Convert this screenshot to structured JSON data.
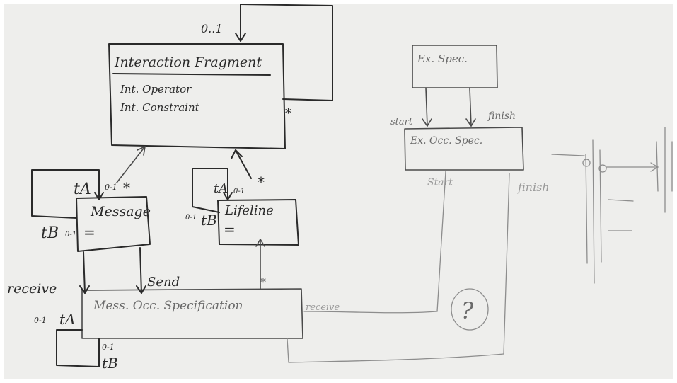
{
  "boxes": {
    "interaction_fragment": {
      "title": "Interaction Fragment",
      "attr1": "Int. Operator",
      "attr2": "Int. Constraint"
    },
    "message": {
      "title": "Message",
      "attr_mark": "="
    },
    "lifeline": {
      "title": "Lifeline",
      "attr_mark": "="
    },
    "mess_occ_spec": {
      "title": "Mess. Occ. Specification"
    },
    "ex_spec": {
      "title": "Ex. Spec."
    },
    "ex_occ_spec": {
      "title": "Ex. Occ. Spec."
    }
  },
  "labels": {
    "top_mult": "0..1",
    "frag_star": "*",
    "msg_role_a": "tA",
    "msg_mult_a": "0-1",
    "msg_star": "*",
    "msg_role_b": "tB",
    "msg_mult_b": "0-1",
    "life_role_a": "tA",
    "life_mult_a": "0-1",
    "life_star": "*",
    "life_role_b": "tB",
    "life_mult_b": "0-1",
    "receive_left": "receive",
    "send": "Send",
    "occ_star": "*",
    "receive_right": "receive",
    "occ_mult_a": "0-1",
    "occ_role_a": "tA",
    "occ_mult_b": "0-1",
    "occ_role_b": "tB",
    "start": "start",
    "finish": "finish",
    "start2": "Start",
    "finish2": "finish",
    "question": "?"
  },
  "colors": {
    "ink": "#2a2a2a",
    "faint_ink": "#6a6a6a",
    "board": "#ffffff"
  }
}
